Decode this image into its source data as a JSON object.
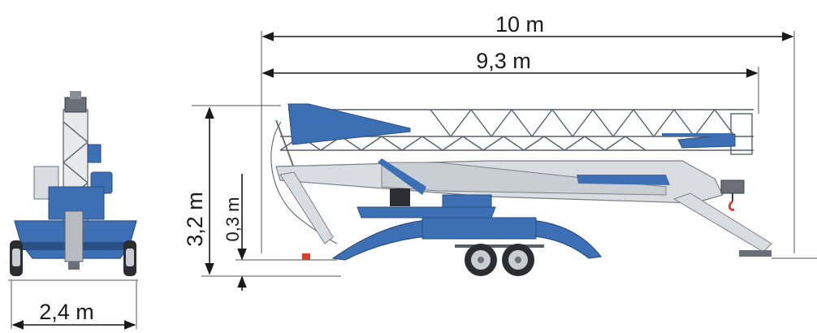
{
  "dimensions": {
    "overall_length": "10 m",
    "jib_length": "9,3 m",
    "height": "3,2 m",
    "ground_clearance": "0,3 m",
    "width": "2,4 m"
  },
  "colors": {
    "crane_blue": "#3d6fb4",
    "crane_blue_dark": "#2a4f86",
    "boom_light": "#d9dde2",
    "steel_grey": "#6b7078",
    "tire": "#2b2d31",
    "rim": "#c9ccd1",
    "hook_red": "#d6402f",
    "dimension_line": "#1a1a1a"
  }
}
